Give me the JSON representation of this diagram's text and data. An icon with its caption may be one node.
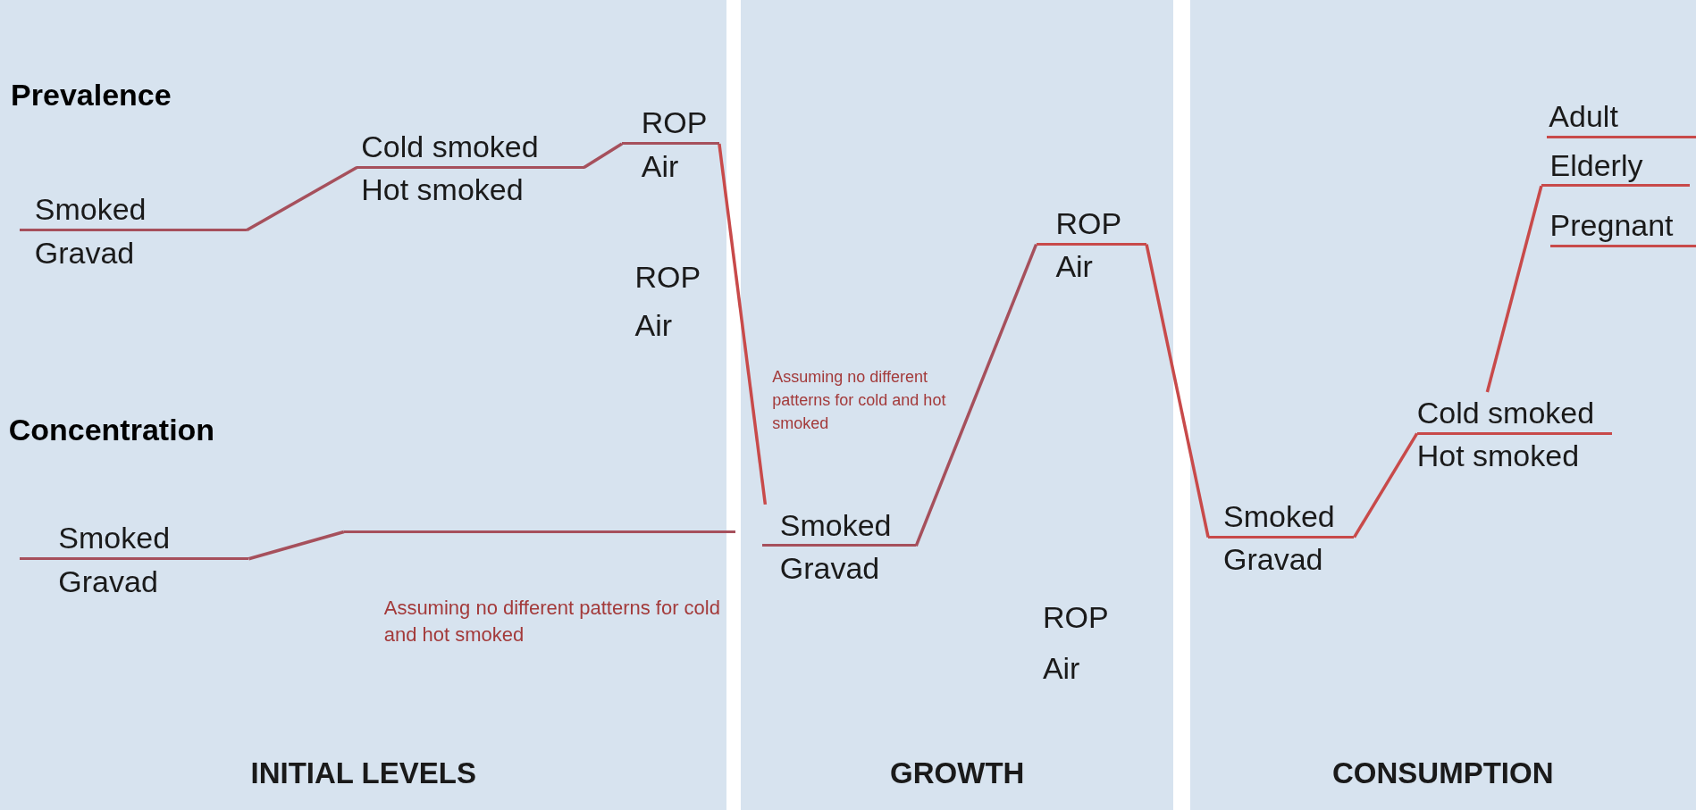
{
  "diagram": {
    "nodes": [
      {
        "text": [
          "INITIAL LEVELS"
        ]
      },
      {
        "text": [
          "GROWTH"
        ]
      },
      {
        "text": [
          "CONSUMPTION"
        ]
      },
      {
        "text": [
          "Smoked",
          "Gravad"
        ],
        "in": 0
      },
      {
        "text": [
          "Cold smoked",
          "Hot smoked"
        ],
        "in": 0
      },
      {
        "text": [
          "ROP",
          "Air"
        ],
        "in": 0
      },
      {
        "text": [
          "Smoked",
          "Gravad"
        ],
        "in": 0
      },
      {
        "text": [],
        "shape": "bar",
        "in": 0
      },
      {
        "text": [
          "Smoked",
          "Gravad"
        ],
        "in": 1
      },
      {
        "text": [
          "ROP",
          "Air"
        ],
        "in": 1
      },
      {
        "text": [
          "Smoked",
          "Gravad"
        ],
        "in": 2
      },
      {
        "text": [
          "Cold smoked",
          "Hot smoked"
        ],
        "in": 2
      },
      {
        "text": [
          "Adult"
        ],
        "in": 2
      },
      {
        "text": [
          "Elderly"
        ],
        "in": 2
      },
      {
        "text": [
          "Pregnant"
        ],
        "in": 2
      }
    ],
    "edges": [
      {
        "from": 3,
        "to": 4,
        "arrow": "none"
      },
      {
        "from": 4,
        "to": 5,
        "arrow": "none"
      },
      {
        "from": 5,
        "to": 8,
        "arrow": "none",
        "color": "#c84a4a"
      },
      {
        "from": 6,
        "to": 7,
        "arrow": "none"
      },
      {
        "from": 8,
        "to": 9,
        "arrow": "none"
      },
      {
        "from": 9,
        "to": 10,
        "arrow": "none",
        "color": "#c84a4a"
      },
      {
        "from": 10,
        "to": 11,
        "arrow": "none",
        "color": "#c84a4a"
      },
      {
        "from": 11,
        "to": 13,
        "arrow": "none",
        "color": "#c84a4a"
      }
    ],
    "labels": [
      "Prevalence",
      "ROP",
      "Air",
      "Concentration",
      "Assuming no different patterns for cold and hot smoked",
      "Assuming no different patterns for cold and hot smoked",
      "ROP",
      "Air"
    ]
  }
}
